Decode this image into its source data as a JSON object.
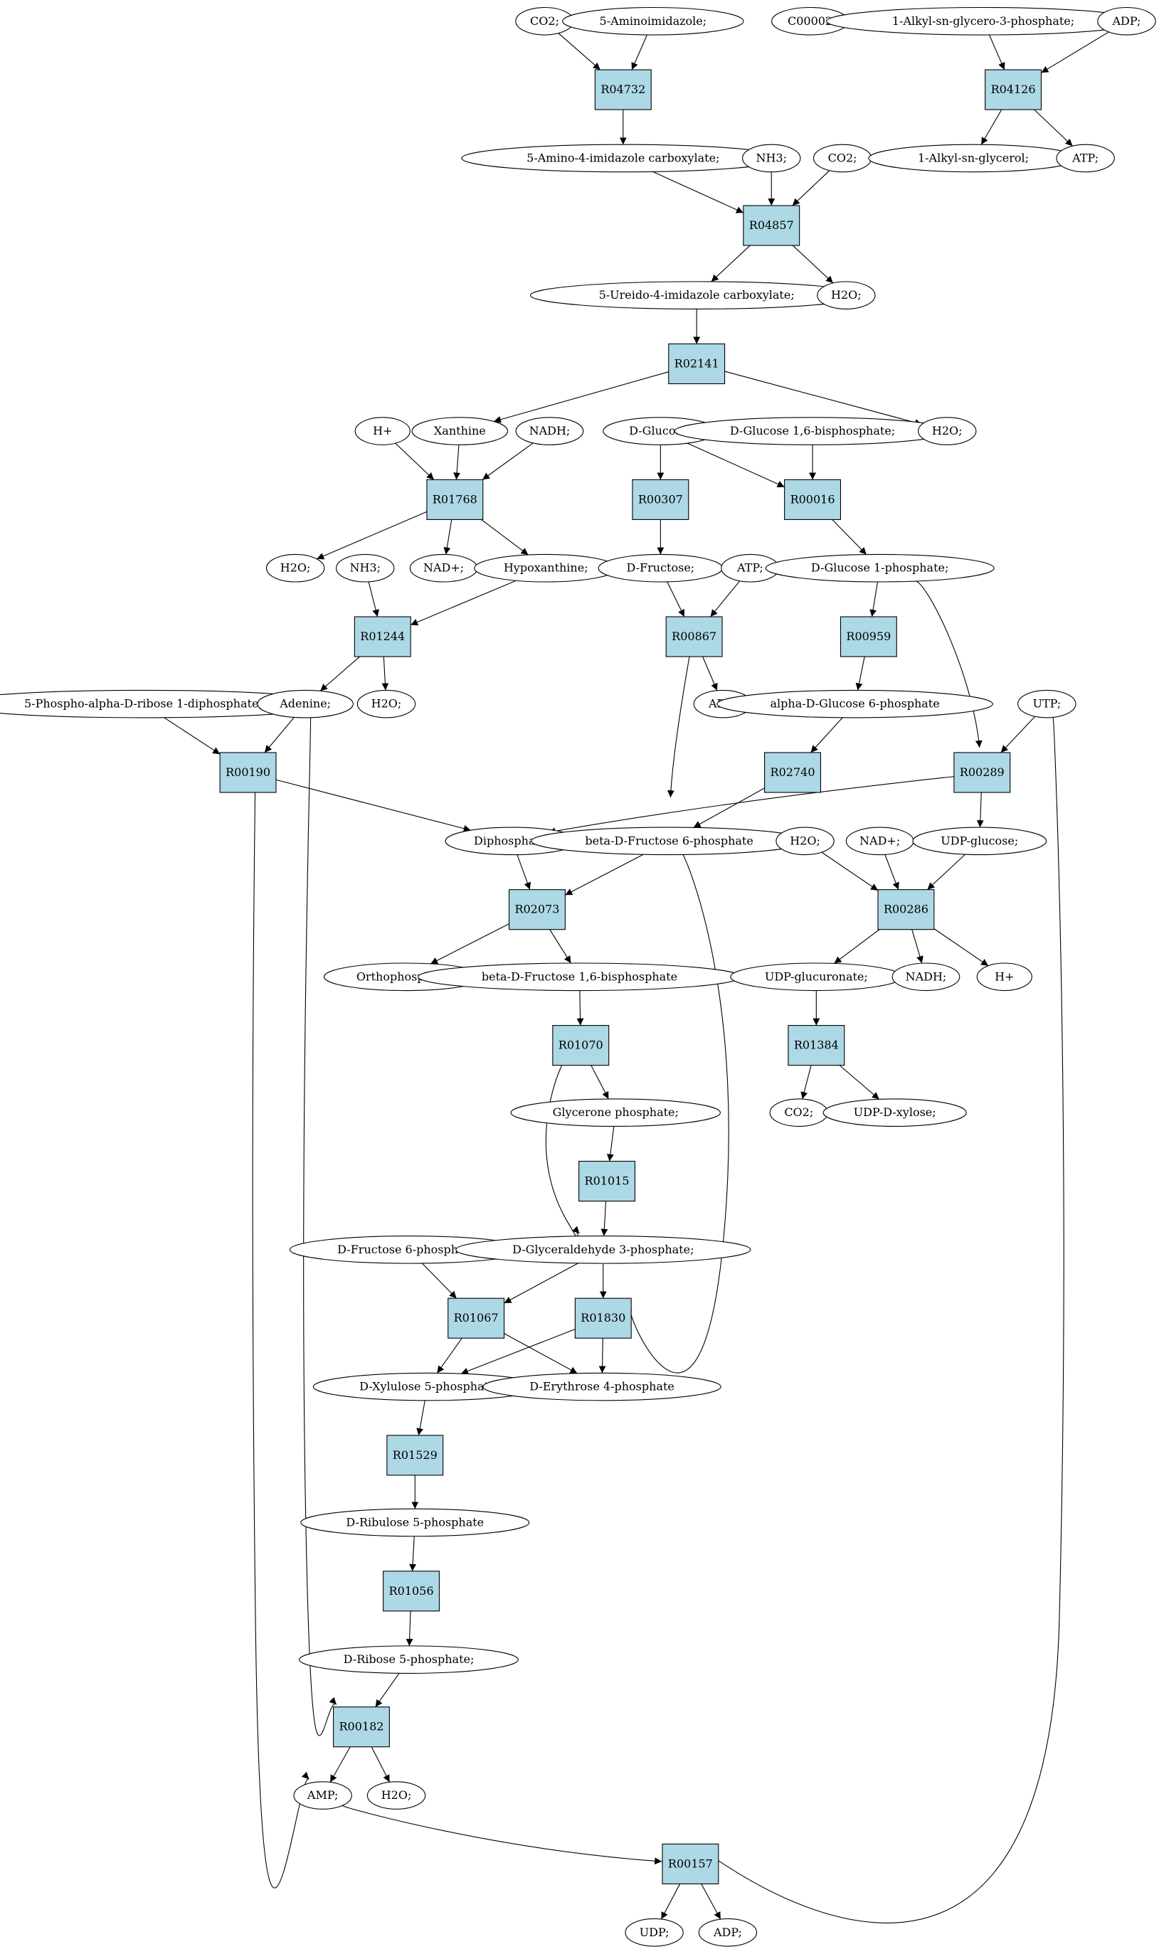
{
  "graph": {
    "colors": {
      "reaction_fill": "#add8e6",
      "compound_fill": "#ffffff",
      "highlight_yellow": "#ffff00",
      "highlight_green": "#00ff00",
      "stroke": "#000000"
    },
    "reactions": [
      {
        "id": "R04732",
        "label": "R04732"
      },
      {
        "id": "R04126",
        "label": "R04126"
      },
      {
        "id": "R04857",
        "label": "R04857"
      },
      {
        "id": "R02141",
        "label": "R02141"
      },
      {
        "id": "R01768",
        "label": "R01768"
      },
      {
        "id": "R00307",
        "label": "R00307"
      },
      {
        "id": "R00016",
        "label": "R00016"
      },
      {
        "id": "R01244",
        "label": "R01244"
      },
      {
        "id": "R00867",
        "label": "R00867"
      },
      {
        "id": "R00959",
        "label": "R00959"
      },
      {
        "id": "R00190",
        "label": "R00190"
      },
      {
        "id": "R02740",
        "label": "R02740"
      },
      {
        "id": "R00289",
        "label": "R00289"
      },
      {
        "id": "R02073",
        "label": "R02073"
      },
      {
        "id": "R00286",
        "label": "R00286"
      },
      {
        "id": "R01070",
        "label": "R01070"
      },
      {
        "id": "R01384",
        "label": "R01384"
      },
      {
        "id": "R01015",
        "label": "R01015"
      },
      {
        "id": "R01067",
        "label": "R01067"
      },
      {
        "id": "R01830",
        "label": "R01830"
      },
      {
        "id": "R01529",
        "label": "R01529"
      },
      {
        "id": "R01056",
        "label": "R01056"
      },
      {
        "id": "R00182",
        "label": "R00182"
      },
      {
        "id": "R00157",
        "label": "R00157"
      }
    ],
    "compounds": [
      {
        "id": "c_co2_top",
        "label": "CO2;"
      },
      {
        "id": "c_aminoimidazole",
        "label": "5-Aminoimidazole;"
      },
      {
        "id": "c_c00002",
        "label": "C00002",
        "highlight": "yellow"
      },
      {
        "id": "c_alkyl_g3p",
        "label": "1-Alkyl-sn-glycero-3-phosphate;"
      },
      {
        "id": "c_adp_top",
        "label": "ADP;"
      },
      {
        "id": "c_aic",
        "label": "5-Amino-4-imidazole carboxylate;"
      },
      {
        "id": "c_nh3_a",
        "label": "NH3;"
      },
      {
        "id": "c_co2_b",
        "label": "CO2;"
      },
      {
        "id": "c_alkyl_glycerol",
        "label": "1-Alkyl-sn-glycerol;"
      },
      {
        "id": "c_atp_a",
        "label": "ATP;"
      },
      {
        "id": "c_uic",
        "label": "5-Ureido-4-imidazole carboxylate;"
      },
      {
        "id": "c_h2o_a",
        "label": "H2O;"
      },
      {
        "id": "c_hplus_a",
        "label": "H+"
      },
      {
        "id": "c_xanthine",
        "label": "Xanthine"
      },
      {
        "id": "c_nadh_a",
        "label": "NADH;"
      },
      {
        "id": "c_dglucose",
        "label": "D-Glucose;",
        "highlight": "green"
      },
      {
        "id": "c_dg16bp",
        "label": "D-Glucose 1,6-bisphosphate;"
      },
      {
        "id": "c_h2o_b",
        "label": "H2O;"
      },
      {
        "id": "c_h2o_c",
        "label": "H2O;"
      },
      {
        "id": "c_nh3_b",
        "label": "NH3;"
      },
      {
        "id": "c_nadplus_a",
        "label": "NAD+;"
      },
      {
        "id": "c_hypoxanthine",
        "label": "Hypoxanthine;"
      },
      {
        "id": "c_dfructose",
        "label": "D-Fructose;"
      },
      {
        "id": "c_atp_b",
        "label": "ATP;"
      },
      {
        "id": "c_dg1p",
        "label": "D-Glucose 1-phosphate;"
      },
      {
        "id": "c_prpp",
        "label": "5-Phospho-alpha-D-ribose 1-diphosphate;"
      },
      {
        "id": "c_adenine",
        "label": "Adenine;"
      },
      {
        "id": "c_h2o_d",
        "label": "H2O;"
      },
      {
        "id": "c_adp_b",
        "label": "ADP;"
      },
      {
        "id": "c_adg6p",
        "label": "alpha-D-Glucose 6-phosphate"
      },
      {
        "id": "c_utp",
        "label": "UTP;"
      },
      {
        "id": "c_diphosphate",
        "label": "Diphosphate;"
      },
      {
        "id": "c_bdf6p",
        "label": "beta-D-Fructose 6-phosphate"
      },
      {
        "id": "c_h2o_e",
        "label": "H2O;"
      },
      {
        "id": "c_nadplus_b",
        "label": "NAD+;"
      },
      {
        "id": "c_udpglucose",
        "label": "UDP-glucose;"
      },
      {
        "id": "c_orthophosphate",
        "label": "Orthophosphate;"
      },
      {
        "id": "c_bdf16bp",
        "label": "beta-D-Fructose 1,6-bisphosphate"
      },
      {
        "id": "c_udpglucuronate",
        "label": "UDP-glucuronate;"
      },
      {
        "id": "c_nadh_b",
        "label": "NADH;"
      },
      {
        "id": "c_hplus_b",
        "label": "H+"
      },
      {
        "id": "c_glyceronep",
        "label": "Glycerone phosphate;"
      },
      {
        "id": "c_co2_c",
        "label": "CO2;"
      },
      {
        "id": "c_udpxylose",
        "label": "UDP-D-xylose;"
      },
      {
        "id": "c_df6p",
        "label": "D-Fructose 6-phosphate;"
      },
      {
        "id": "c_dga3p",
        "label": "D-Glyceraldehyde 3-phosphate;"
      },
      {
        "id": "c_dx5p",
        "label": "D-Xylulose 5-phosphate"
      },
      {
        "id": "c_de4p",
        "label": "D-Erythrose 4-phosphate"
      },
      {
        "id": "c_dru5p",
        "label": "D-Ribulose 5-phosphate"
      },
      {
        "id": "c_dr5p",
        "label": "D-Ribose 5-phosphate;"
      },
      {
        "id": "c_amp",
        "label": "AMP;"
      },
      {
        "id": "c_h2o_f",
        "label": "H2O;"
      },
      {
        "id": "c_udp",
        "label": "UDP;"
      },
      {
        "id": "c_adp_c",
        "label": "ADP;"
      }
    ],
    "edges": [
      [
        "c_co2_top",
        "R04732"
      ],
      [
        "c_aminoimidazole",
        "R04732"
      ],
      [
        "R04732",
        "c_aic"
      ],
      [
        "c_alkyl_g3p",
        "R04126"
      ],
      [
        "c_adp_top",
        "R04126"
      ],
      [
        "R04126",
        "c_alkyl_glycerol"
      ],
      [
        "R04126",
        "c_atp_a"
      ],
      [
        "c_aic",
        "R04857"
      ],
      [
        "c_nh3_a",
        "R04857"
      ],
      [
        "c_co2_b",
        "R04857"
      ],
      [
        "R04857",
        "c_uic"
      ],
      [
        "R04857",
        "c_h2o_a"
      ],
      [
        "c_uic",
        "R02141"
      ],
      [
        "R02141",
        "c_xanthine"
      ],
      [
        "R02141",
        "c_h2o_b"
      ],
      [
        "c_hplus_a",
        "R01768"
      ],
      [
        "c_xanthine",
        "R01768"
      ],
      [
        "c_nadh_a",
        "R01768"
      ],
      [
        "R01768",
        "c_h2o_c"
      ],
      [
        "R01768",
        "c_nadplus_a"
      ],
      [
        "R01768",
        "c_hypoxanthine"
      ],
      [
        "c_dglucose",
        "R00307"
      ],
      [
        "c_dglucose",
        "R00016"
      ],
      [
        "c_dg16bp",
        "R00016"
      ],
      [
        "R00307",
        "c_dfructose"
      ],
      [
        "R00016",
        "c_dg1p"
      ],
      [
        "c_nh3_b",
        "R01244"
      ],
      [
        "c_hypoxanthine",
        "R01244"
      ],
      [
        "R01244",
        "c_adenine"
      ],
      [
        "R01244",
        "c_h2o_d"
      ],
      [
        "c_dfructose",
        "R00867"
      ],
      [
        "c_atp_b",
        "R00867"
      ],
      [
        "R00867",
        "c_adp_b"
      ],
      [
        "R00867",
        "c_bdf6p"
      ],
      [
        "c_dg1p",
        "R00959"
      ],
      [
        "R00959",
        "c_adg6p"
      ],
      [
        "c_dg1p",
        "R00289"
      ],
      [
        "c_prpp",
        "R00190"
      ],
      [
        "c_adenine",
        "R00190"
      ],
      [
        "c_adenine",
        "R00182"
      ],
      [
        "c_adg6p",
        "R02740"
      ],
      [
        "R02740",
        "c_bdf6p"
      ],
      [
        "c_utp",
        "R00289"
      ],
      [
        "c_utp",
        "R00157"
      ],
      [
        "R00190",
        "c_diphosphate"
      ],
      [
        "R00190",
        "c_amp"
      ],
      [
        "R00289",
        "c_diphosphate"
      ],
      [
        "R00289",
        "c_udpglucose"
      ],
      [
        "c_diphosphate",
        "R02073"
      ],
      [
        "c_bdf6p",
        "R02073"
      ],
      [
        "c_bdf6p",
        "R01830"
      ],
      [
        "c_h2o_e",
        "R00286"
      ],
      [
        "c_nadplus_b",
        "R00286"
      ],
      [
        "c_udpglucose",
        "R00286"
      ],
      [
        "R02073",
        "c_orthophosphate"
      ],
      [
        "R02073",
        "c_bdf16bp"
      ],
      [
        "R00286",
        "c_udpglucuronate"
      ],
      [
        "R00286",
        "c_nadh_b"
      ],
      [
        "R00286",
        "c_hplus_b"
      ],
      [
        "c_bdf16bp",
        "R01070"
      ],
      [
        "R01070",
        "c_glyceronep"
      ],
      [
        "R01070",
        "c_dga3p"
      ],
      [
        "c_udpglucuronate",
        "R01384"
      ],
      [
        "R01384",
        "c_co2_c"
      ],
      [
        "R01384",
        "c_udpxylose"
      ],
      [
        "c_glyceronep",
        "R01015"
      ],
      [
        "R01015",
        "c_dga3p"
      ],
      [
        "c_df6p",
        "R01067"
      ],
      [
        "c_dga3p",
        "R01067"
      ],
      [
        "c_dga3p",
        "R01830"
      ],
      [
        "R01067",
        "c_dx5p"
      ],
      [
        "R01067",
        "c_de4p"
      ],
      [
        "R01830",
        "c_dx5p"
      ],
      [
        "R01830",
        "c_de4p"
      ],
      [
        "c_dx5p",
        "R01529"
      ],
      [
        "R01529",
        "c_dru5p"
      ],
      [
        "c_dru5p",
        "R01056"
      ],
      [
        "R01056",
        "c_dr5p"
      ],
      [
        "c_dr5p",
        "R00182"
      ],
      [
        "R00182",
        "c_amp"
      ],
      [
        "R00182",
        "c_h2o_f"
      ],
      [
        "c_amp",
        "R00157"
      ],
      [
        "R00157",
        "c_udp"
      ],
      [
        "R00157",
        "c_adp_c"
      ]
    ]
  }
}
